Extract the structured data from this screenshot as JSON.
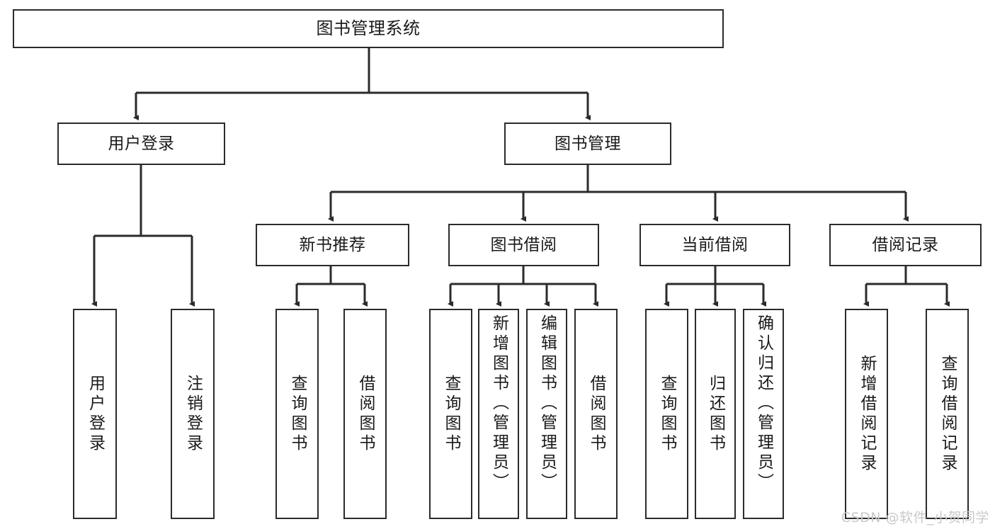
{
  "diagram": {
    "type": "tree",
    "title": "图书管理系统",
    "background_color": "#ffffff",
    "line_color": "#2b2b2b",
    "text_color": "#1a1a1a",
    "levels": 4
  },
  "nodes": {
    "root": {
      "label": "图书管理系统"
    },
    "level2": [
      {
        "label": "用户登录"
      },
      {
        "label": "图书管理"
      }
    ],
    "level3": [
      {
        "label": "新书推荐"
      },
      {
        "label": "图书借阅"
      },
      {
        "label": "当前借阅"
      },
      {
        "label": "借阅记录"
      }
    ],
    "leaves": [
      {
        "label": "用户登录",
        "parent": "用户登录"
      },
      {
        "label": "注销登录",
        "parent": "用户登录"
      },
      {
        "label": "查询图书",
        "parent": "新书推荐"
      },
      {
        "label": "借阅图书",
        "parent": "新书推荐"
      },
      {
        "label": "查询图书",
        "parent": "图书借阅"
      },
      {
        "label": "新增图书（管理员）",
        "parent": "图书借阅"
      },
      {
        "label": "编辑图书（管理员）",
        "parent": "图书借阅"
      },
      {
        "label": "借阅图书",
        "parent": "图书借阅"
      },
      {
        "label": "查询图书",
        "parent": "当前借阅"
      },
      {
        "label": "归还图书",
        "parent": "当前借阅"
      },
      {
        "label": "确认归还（管理员）",
        "parent": "当前借阅"
      },
      {
        "label": "新增借阅记录",
        "parent": "借阅记录"
      },
      {
        "label": "查询借阅记录",
        "parent": "借阅记录"
      }
    ]
  },
  "watermark": {
    "text": "CSDN @软件_小贺同学"
  }
}
